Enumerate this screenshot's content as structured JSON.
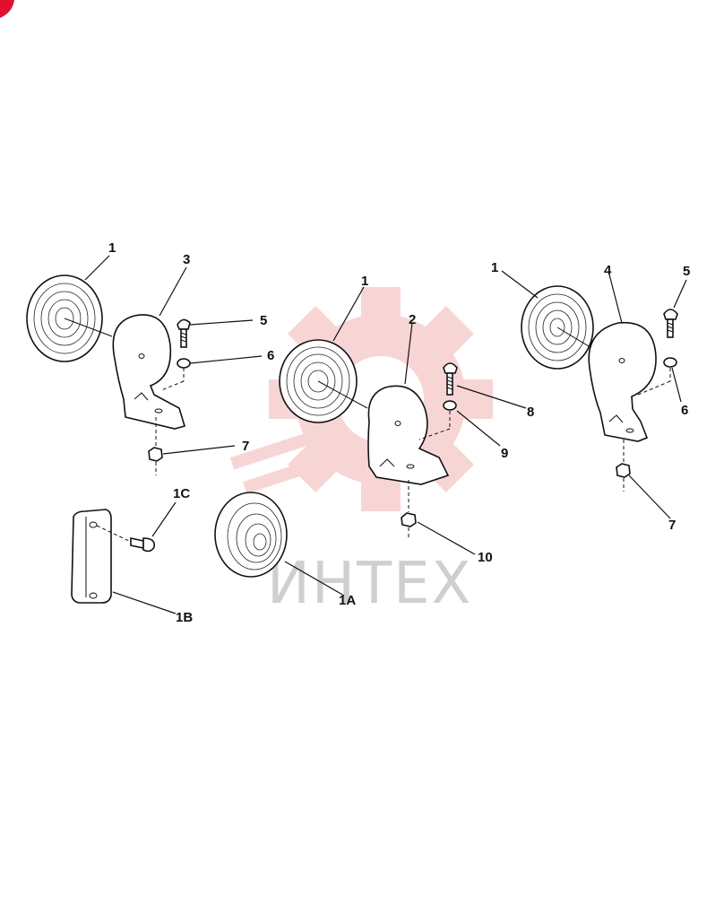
{
  "watermark": {
    "text": "ИНТЕХ",
    "logo": "gear-watermark",
    "color": "#f4b4b4"
  },
  "corner_mark": {
    "color": "#e0102f"
  },
  "callouts": {
    "left_1": "1",
    "left_3": "3",
    "left_5": "5",
    "left_6": "6",
    "left_7": "7",
    "center_1": "1",
    "center_2": "2",
    "center_8": "8",
    "center_9": "9",
    "center_10": "10",
    "right_1": "1",
    "right_4": "4",
    "right_5": "5",
    "right_6": "6",
    "right_7": "7",
    "c_1C": "1C",
    "c_1B": "1B",
    "c_1A": "1A"
  }
}
